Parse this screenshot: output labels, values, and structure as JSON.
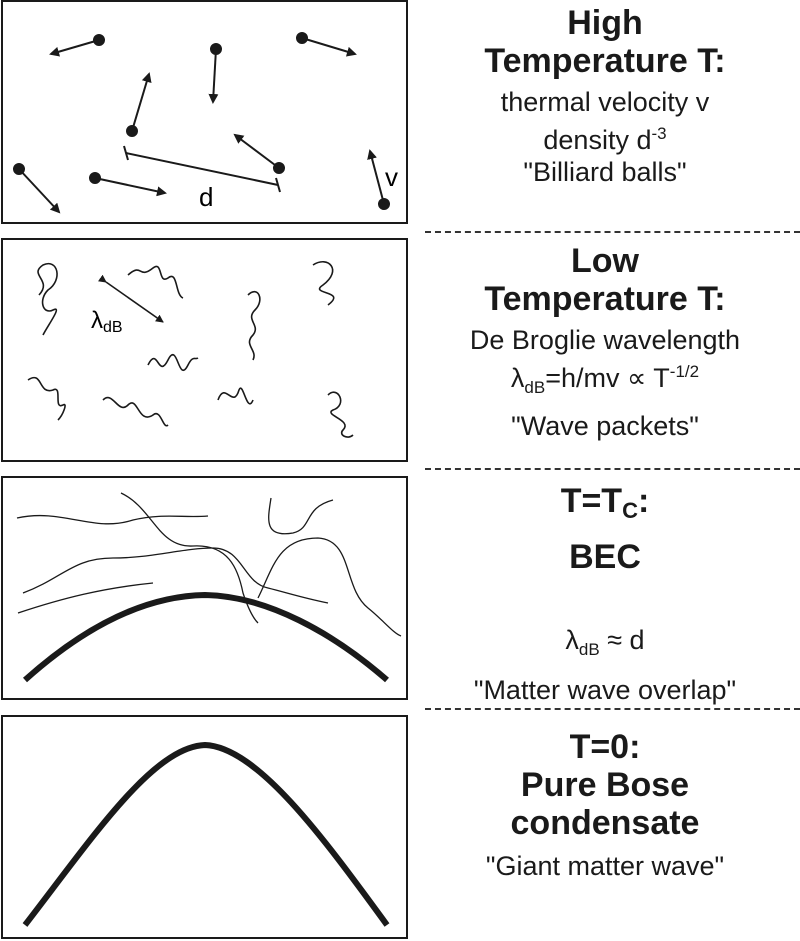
{
  "panels": [
    {
      "title_line1": "High",
      "title_line2": "Temperature T:",
      "line1": "thermal velocity v",
      "line2_base": "density d",
      "line2_sup": "-3",
      "line3": "\"Billiard balls\"",
      "label_d": "d",
      "label_v": "v"
    },
    {
      "title_line1": "Low",
      "title_line2": "Temperature T:",
      "line1": "De Broglie wavelength",
      "line2_lambda": "λ",
      "line2_sub": "dB",
      "line2_rest": "=h/mv ∝ T",
      "line2_sup": "-1/2",
      "line3": "\"Wave packets\"",
      "label_lambda": "λ",
      "label_lambda_sub": "dB"
    },
    {
      "title_line1_base": "T=T",
      "title_line1_sub": "C",
      "title_line1_end": ":",
      "title_line2": "BEC",
      "line1_lambda": "λ",
      "line1_sub": "dB",
      "line1_rest": " ≈ d",
      "line2": "\"Matter wave overlap\""
    },
    {
      "title_line1": "T=0:",
      "title_line2": "Pure Bose",
      "title_line3": "condensate",
      "line1": "\"Giant matter wave\""
    }
  ]
}
